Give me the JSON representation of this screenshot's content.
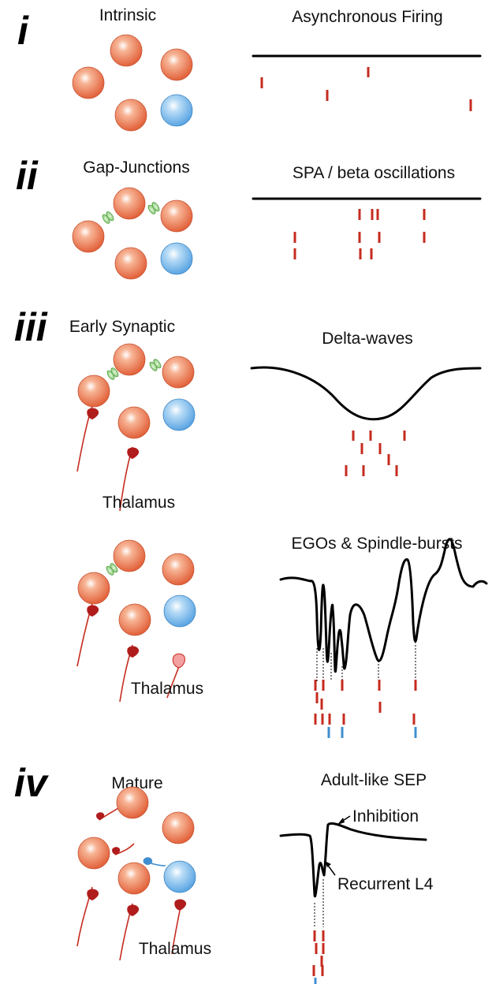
{
  "colors": {
    "excitatory": "#e8704a",
    "inhibitory": "#7ab9ea",
    "gap_junction": "#8fd07e",
    "spike_red": "#c62b1f",
    "spike_blue": "#3f8fd0",
    "thalamic_terminal": "#b01c1c",
    "immature_terminal": "#f2a0a0"
  },
  "panels": [
    {
      "numeral": "i",
      "mechanism": "Intrinsic",
      "activity": "Asynchronous Firing"
    },
    {
      "numeral": "ii",
      "mechanism": "Gap-Junctions",
      "activity": "SPA / beta oscillations"
    },
    {
      "numeral": "iii",
      "mechanism": "Early Synaptic",
      "activity": "Delta-waves",
      "input_label": "Thalamus"
    },
    {
      "numeral": "",
      "mechanism": "",
      "activity": "EGOs & Spindle-bursts",
      "input_label": "Thalamus"
    },
    {
      "numeral": "iv",
      "mechanism": "Mature",
      "activity": "Adult-like SEP",
      "input_label": "Thalamus",
      "annotations": [
        "Inhibition",
        "Recurrent L4"
      ]
    }
  ]
}
